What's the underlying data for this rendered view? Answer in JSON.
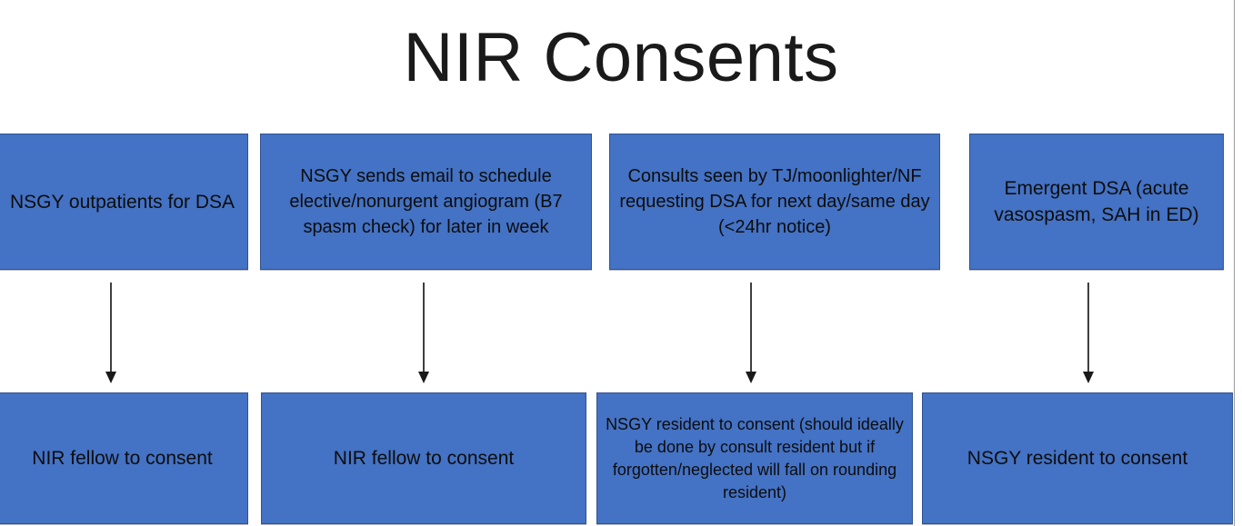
{
  "slide": {
    "title": "NIR Consents",
    "background_color": "#FFFFFF",
    "node_fill_color": "#4472C4",
    "node_border_color": "#2F528F",
    "node_text_color": "#0D0D0D",
    "arrow_color": "#3F3F3F"
  },
  "flow": {
    "sources": [
      {
        "id": "source-1",
        "text": "NSGY outpatients for DSA"
      },
      {
        "id": "source-2",
        "text": "NSGY sends email to schedule elective/nonurgent angiogram (B7 spasm check) for later in week"
      },
      {
        "id": "source-3",
        "text": "Consults seen by TJ/moonlighter/NF requesting DSA for next day/same day (<24hr notice)"
      },
      {
        "id": "source-4",
        "text": "Emergent DSA (acute vasospasm, SAH in ED)"
      }
    ],
    "outcomes": [
      {
        "id": "outcome-1",
        "text": "NIR fellow to consent"
      },
      {
        "id": "outcome-2",
        "text": "NIR fellow to consent"
      },
      {
        "id": "outcome-3",
        "text": "NSGY resident to consent (should ideally be done by consult resident but if forgotten/neglected will fall on rounding resident)"
      },
      {
        "id": "outcome-4",
        "text": "NSGY resident to consent"
      }
    ],
    "connectors": [
      {
        "id": "arrow-1",
        "from": "source-1",
        "to": "outcome-1",
        "direction": "down"
      },
      {
        "id": "arrow-2",
        "from": "source-2",
        "to": "outcome-2",
        "direction": "down"
      },
      {
        "id": "arrow-3",
        "from": "source-3",
        "to": "outcome-3",
        "direction": "down"
      },
      {
        "id": "arrow-4",
        "from": "source-4",
        "to": "outcome-4",
        "direction": "down"
      }
    ]
  }
}
